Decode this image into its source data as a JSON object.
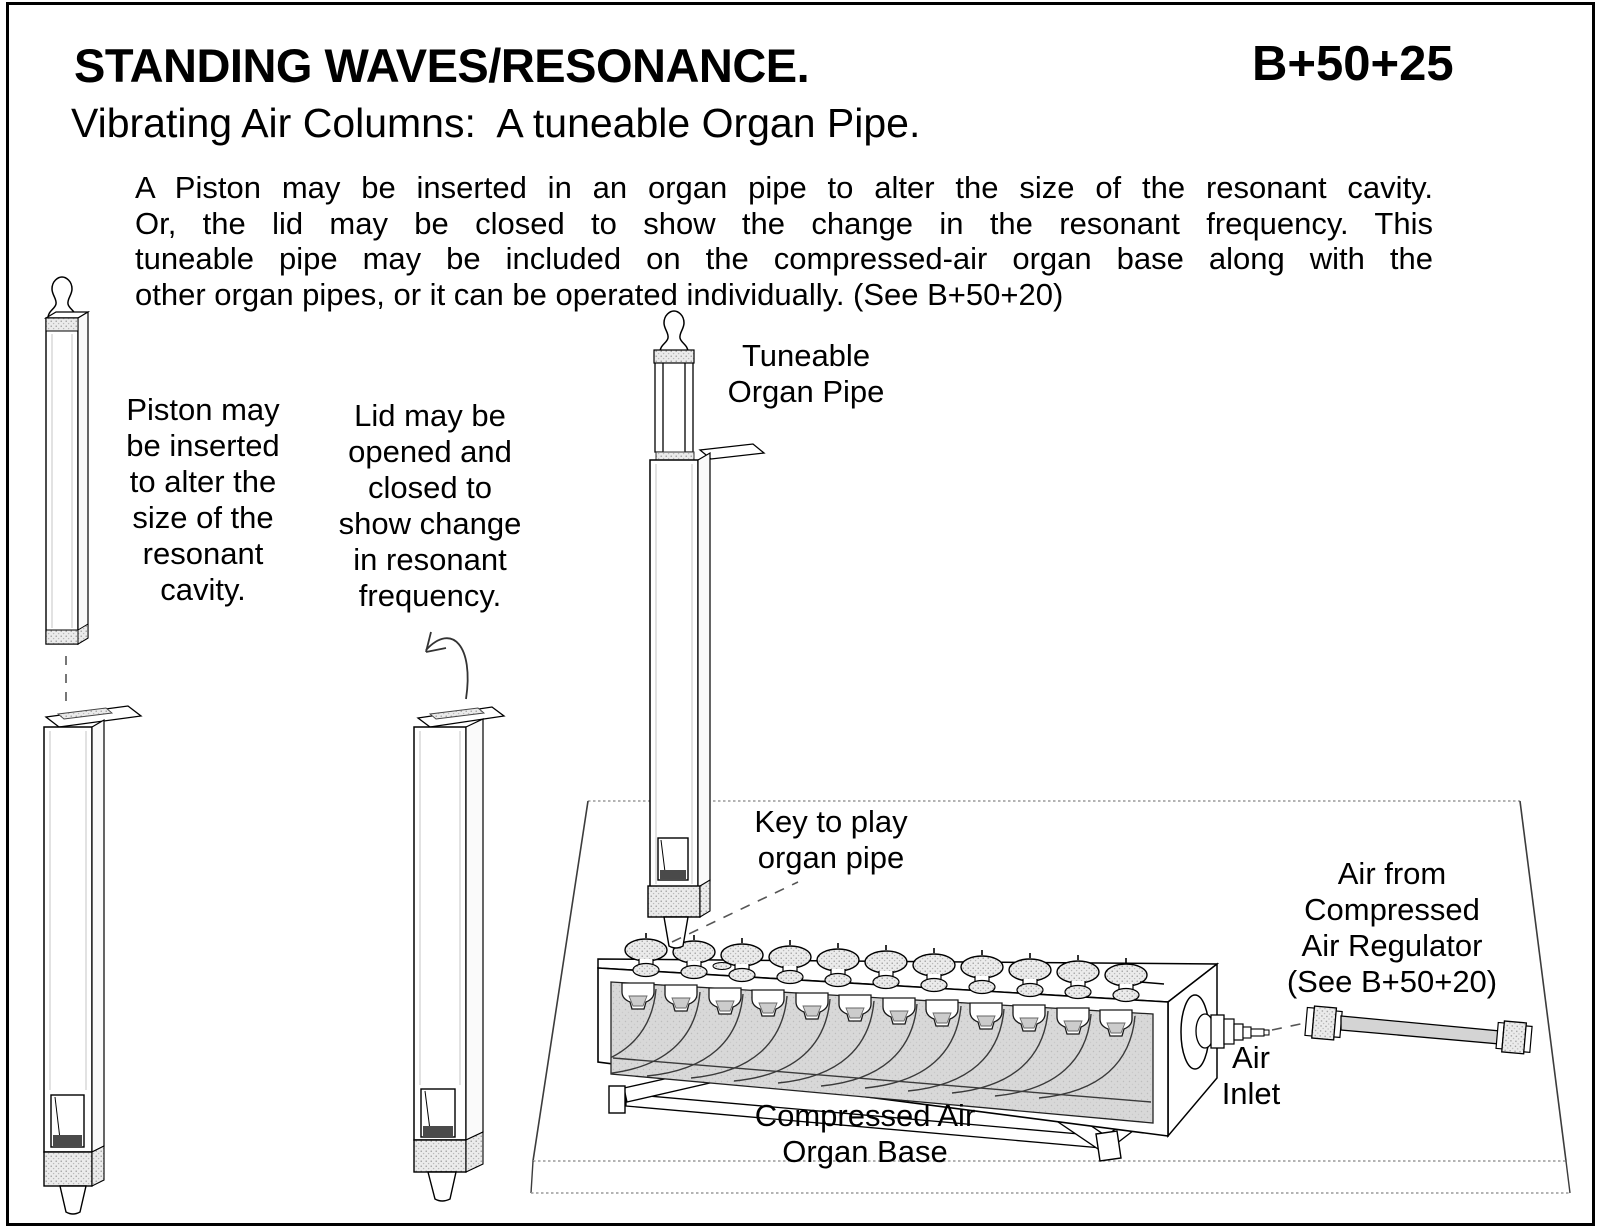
{
  "header": {
    "title": "STANDING WAVES/RESONANCE.",
    "code": "B+50+25"
  },
  "subtitle": "Vibrating Air Columns:  A tuneable Organ Pipe.",
  "description": {
    "lines": [
      "A Piston may be inserted in an organ pipe to alter the size of the resonant cavity.",
      "Or, the lid may be closed to show the change in the resonant frequency. This",
      "tuneable pipe may be included on the compressed-air organ base along with the",
      "other organ pipes, or it can be operated individually. (See B+50+20)"
    ]
  },
  "labels": {
    "piston": [
      "Piston may",
      "be inserted",
      "to alter the",
      "size of the",
      "resonant",
      "cavity."
    ],
    "lid": [
      "Lid may be",
      "opened and",
      "closed to",
      "show change",
      "in resonant",
      "frequency."
    ],
    "tuneable": [
      "Tuneable",
      "Organ Pipe"
    ],
    "play_key": [
      "Key to play",
      "organ pipe"
    ],
    "air_from": [
      "Air from",
      "Compressed",
      "Air Regulator",
      "(See B+50+20)"
    ],
    "air_inlet": [
      "Air",
      "Inlet"
    ],
    "organ_base": [
      "Compressed Air",
      "Organ Base"
    ]
  },
  "diagram": {
    "key_count": 11,
    "valve_arch_count": 12,
    "colors": {
      "ink": "#000000",
      "panel_gray": "#d8d8d8",
      "stipple_gray": "#e9e9e9",
      "dark_band": "#4a4a4a",
      "board_edge_gray": "#9a9a9a",
      "hose_gray": "#d4d4d4",
      "background": "#ffffff"
    }
  }
}
